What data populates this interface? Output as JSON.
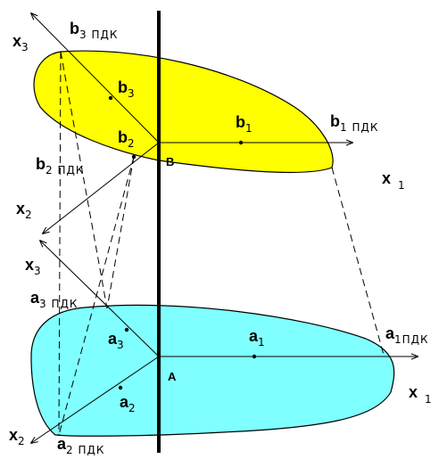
{
  "colors": {
    "upper_region": "#ffff00",
    "lower_region": "#7fffff",
    "outline": "#000000",
    "background": "#ffffff"
  },
  "upper": {
    "point_label": "B",
    "axes": [
      {
        "main": "x",
        "sub": "3"
      },
      {
        "main": "x",
        "sub": "2"
      },
      {
        "main": "x",
        "sub": "1"
      }
    ],
    "points": [
      {
        "main": "b",
        "sub": "3"
      },
      {
        "main": "b",
        "sub": "2"
      },
      {
        "main": "b",
        "sub": "1"
      }
    ],
    "pdk_points": [
      {
        "main": "b",
        "sub": "3 ПДК"
      },
      {
        "main": "b",
        "sub": "2 ПДК"
      },
      {
        "main": "b",
        "sub": "1 ПДК"
      }
    ]
  },
  "lower": {
    "point_label": "A",
    "axes": [
      {
        "main": "x",
        "sub": "3"
      },
      {
        "main": "x",
        "sub": "2"
      },
      {
        "main": "x",
        "sub": "1"
      }
    ],
    "points": [
      {
        "main": "a",
        "sub": "3"
      },
      {
        "main": "a",
        "sub": "2"
      },
      {
        "main": "a",
        "sub": "1"
      }
    ],
    "pdk_points": [
      {
        "main": "a",
        "sub": "3 ПДК"
      },
      {
        "main": "a",
        "sub": "2 ПДК"
      },
      {
        "main": "a",
        "sub": "1ПДК"
      }
    ]
  }
}
